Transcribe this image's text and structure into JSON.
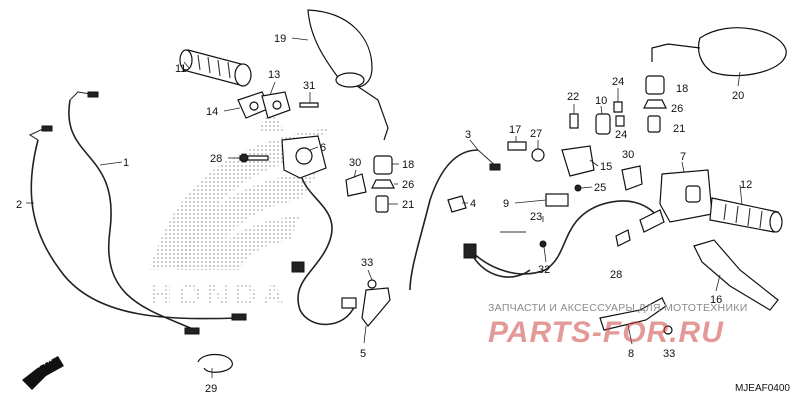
{
  "diagram": {
    "callouts": [
      "1",
      "2",
      "3",
      "4",
      "5",
      "6",
      "7",
      "8",
      "9",
      "10",
      "11",
      "12",
      "13",
      "14",
      "15",
      "16",
      "17",
      "18",
      "19",
      "20",
      "21",
      "22",
      "23",
      "24",
      "25",
      "26",
      "27",
      "28",
      "29",
      "30",
      "31",
      "32",
      "33"
    ],
    "watermark": {
      "line1": "ЗАПЧАСТИ И АКСЕССУАРЫ ДЛЯ МОТОТЕХНИКИ",
      "line2": "PARTS-FOR.RU"
    },
    "brand_text": "HONDA",
    "direction_label": "FR.",
    "diagram_code": "MJEAF0400",
    "colors": {
      "ink": "#111111",
      "watermark_red": "#cd4646",
      "wing_dots": "#9a9a9a"
    }
  }
}
